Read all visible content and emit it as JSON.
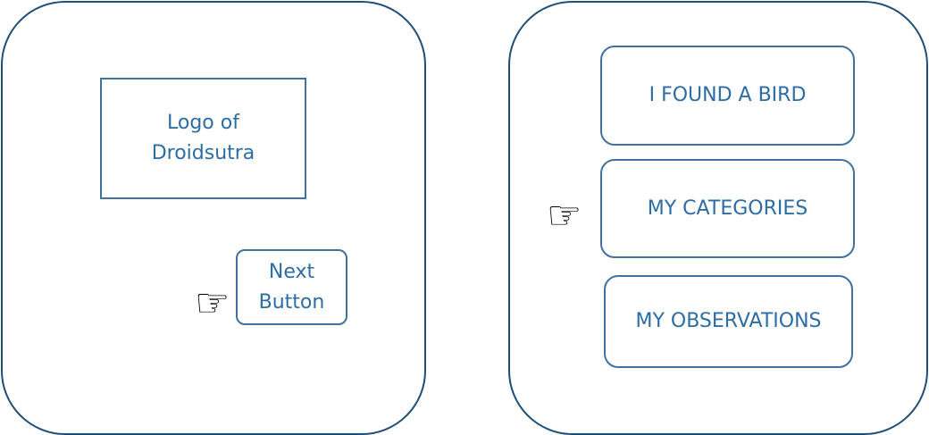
{
  "screen1": {
    "logo_text": "Logo of Droidsutra",
    "next_button": "Next Button",
    "pointer_icon": "hand-pointing-right-icon"
  },
  "screen2": {
    "buttons": [
      "I FOUND A BIRD",
      "MY CATEGORIES",
      "MY OBSERVATIONS"
    ],
    "pointer_icon": "hand-pointing-right-icon"
  },
  "colors": {
    "frame": "#1f4e79",
    "box_border": "#41719c",
    "text": "#2e6da4"
  }
}
